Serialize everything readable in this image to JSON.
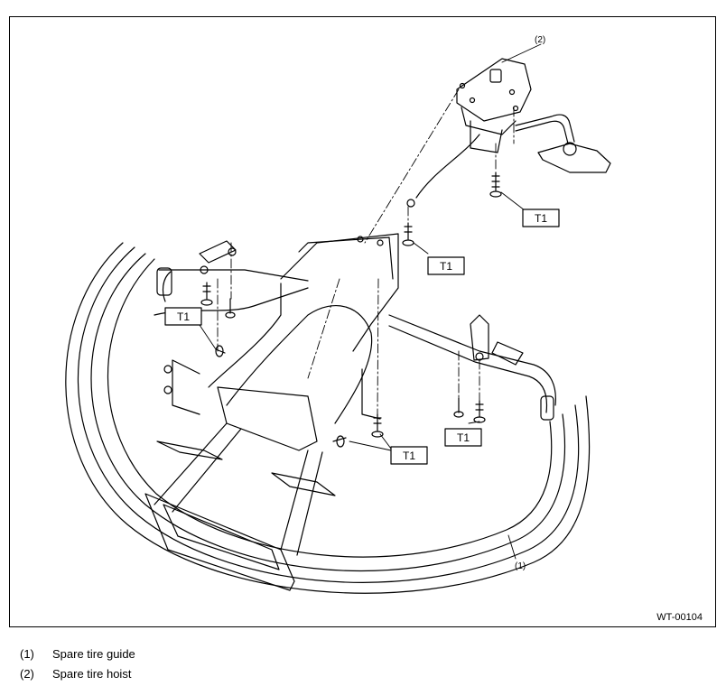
{
  "figure": {
    "code": "WT-00104",
    "callouts": {
      "guide": "(1)",
      "hoist": "(2)"
    },
    "torque_label": "T1"
  },
  "legend": [
    {
      "num": "(1)",
      "text": "Spare tire guide"
    },
    {
      "num": "(2)",
      "text": "Spare tire hoist"
    }
  ]
}
